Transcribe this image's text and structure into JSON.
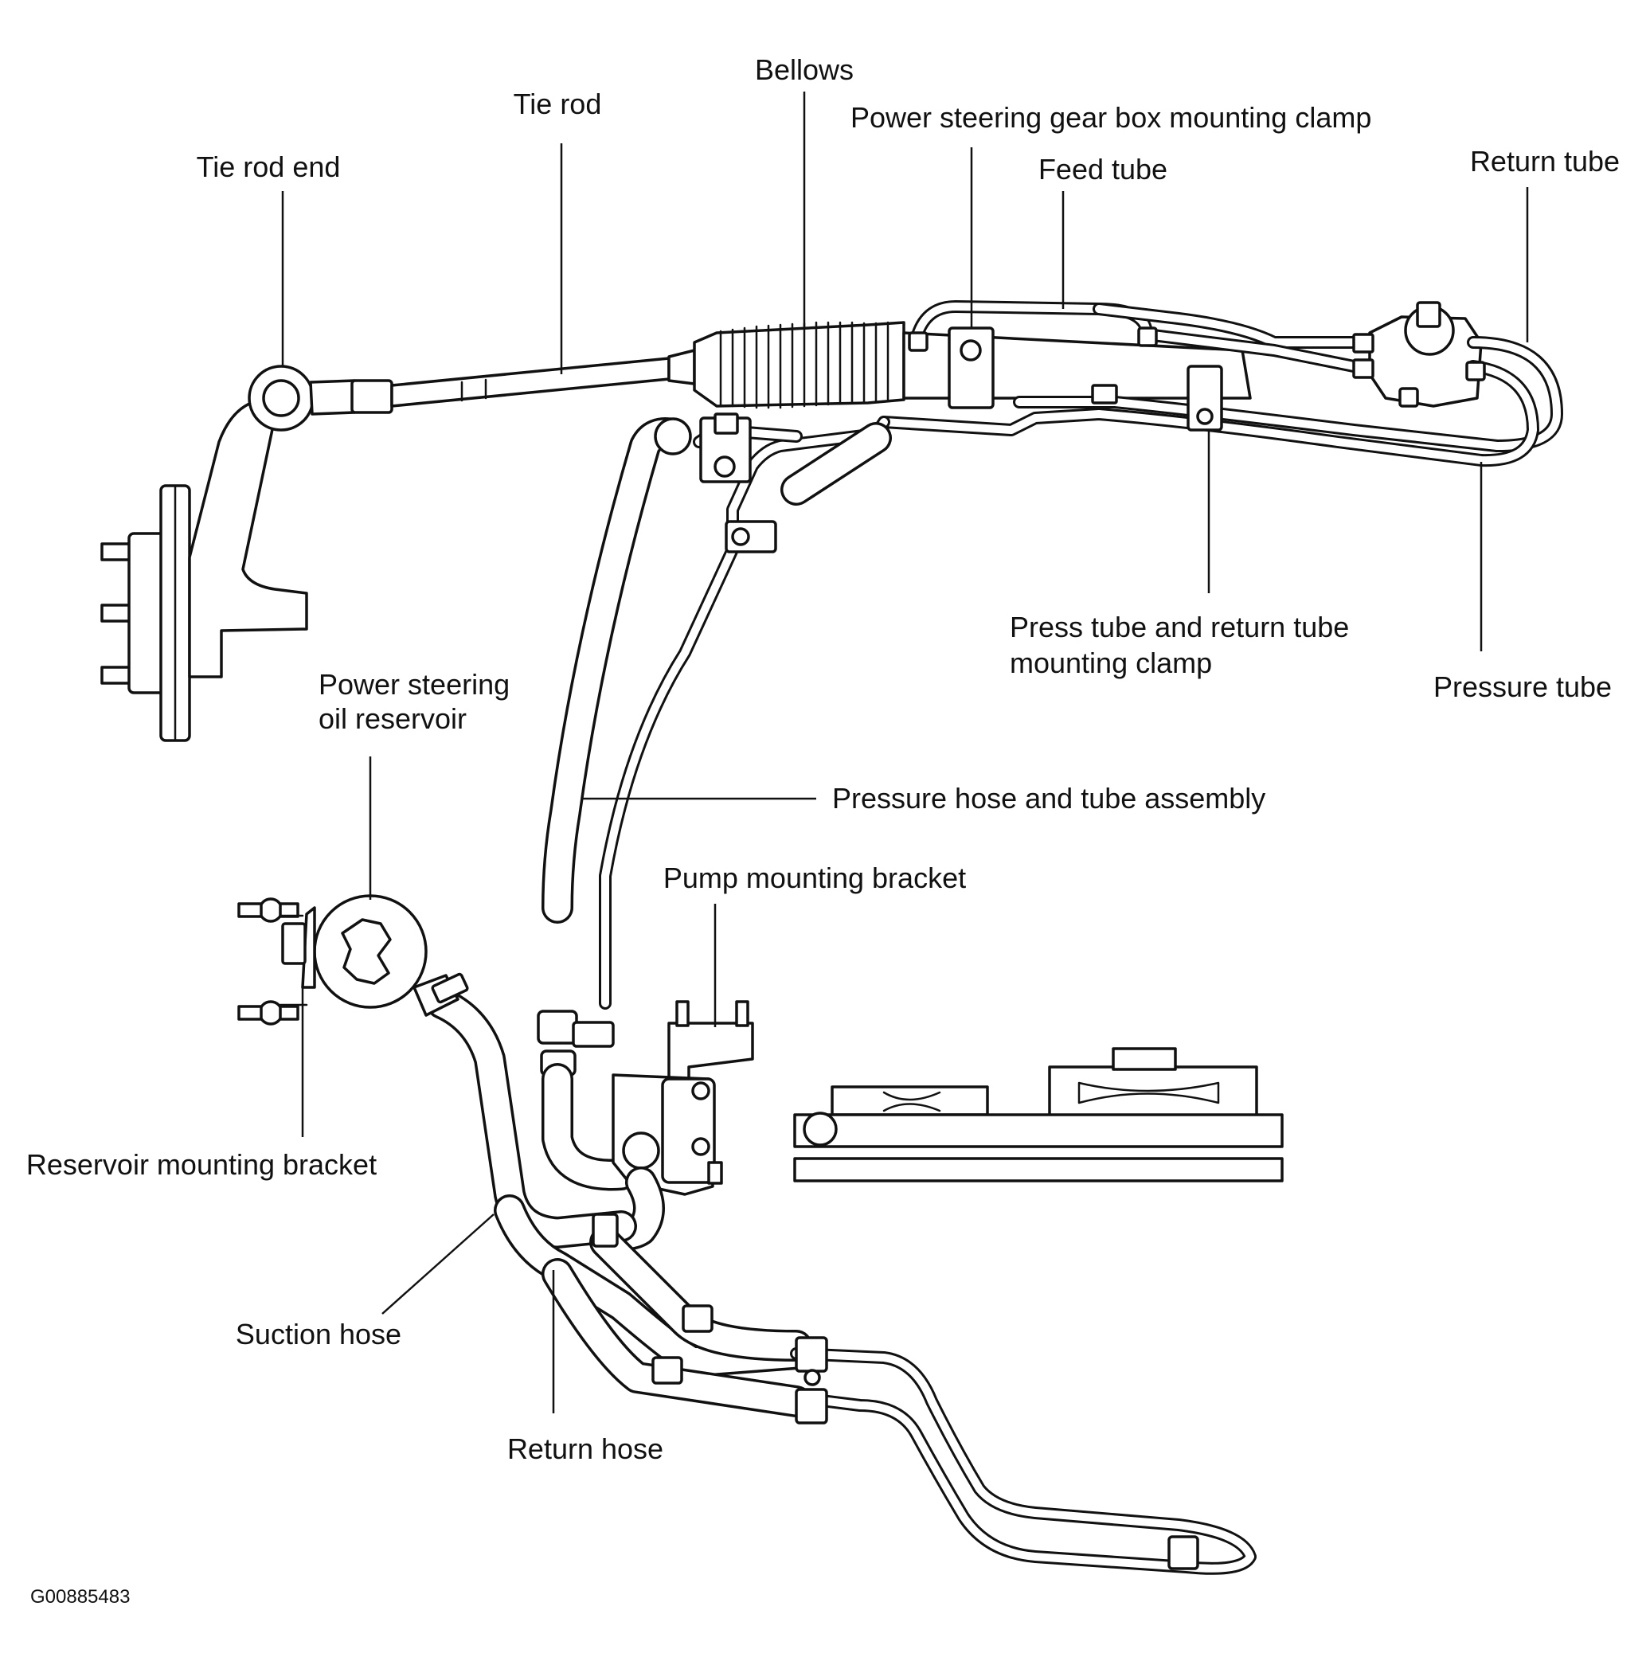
{
  "labels": {
    "bellows": "Bellows",
    "tie_rod": "Tie rod",
    "tie_rod_end": "Tie rod end",
    "gear_box_clamp": "Power steering gear box mounting clamp",
    "feed_tube": "Feed tube",
    "return_tube": "Return tube",
    "press_return_clamp_1": "Press tube and return tube",
    "press_return_clamp_2": "mounting clamp",
    "pressure_tube": "Pressure tube",
    "reservoir_1": "Power steering",
    "reservoir_2": "oil reservoir",
    "pressure_hose_assembly": "Pressure hose and tube assembly",
    "pump_bracket": "Pump mounting bracket",
    "reservoir_bracket": "Reservoir mounting bracket",
    "suction_hose": "Suction hose",
    "return_hose": "Return hose",
    "figure_id": "G00885483"
  }
}
